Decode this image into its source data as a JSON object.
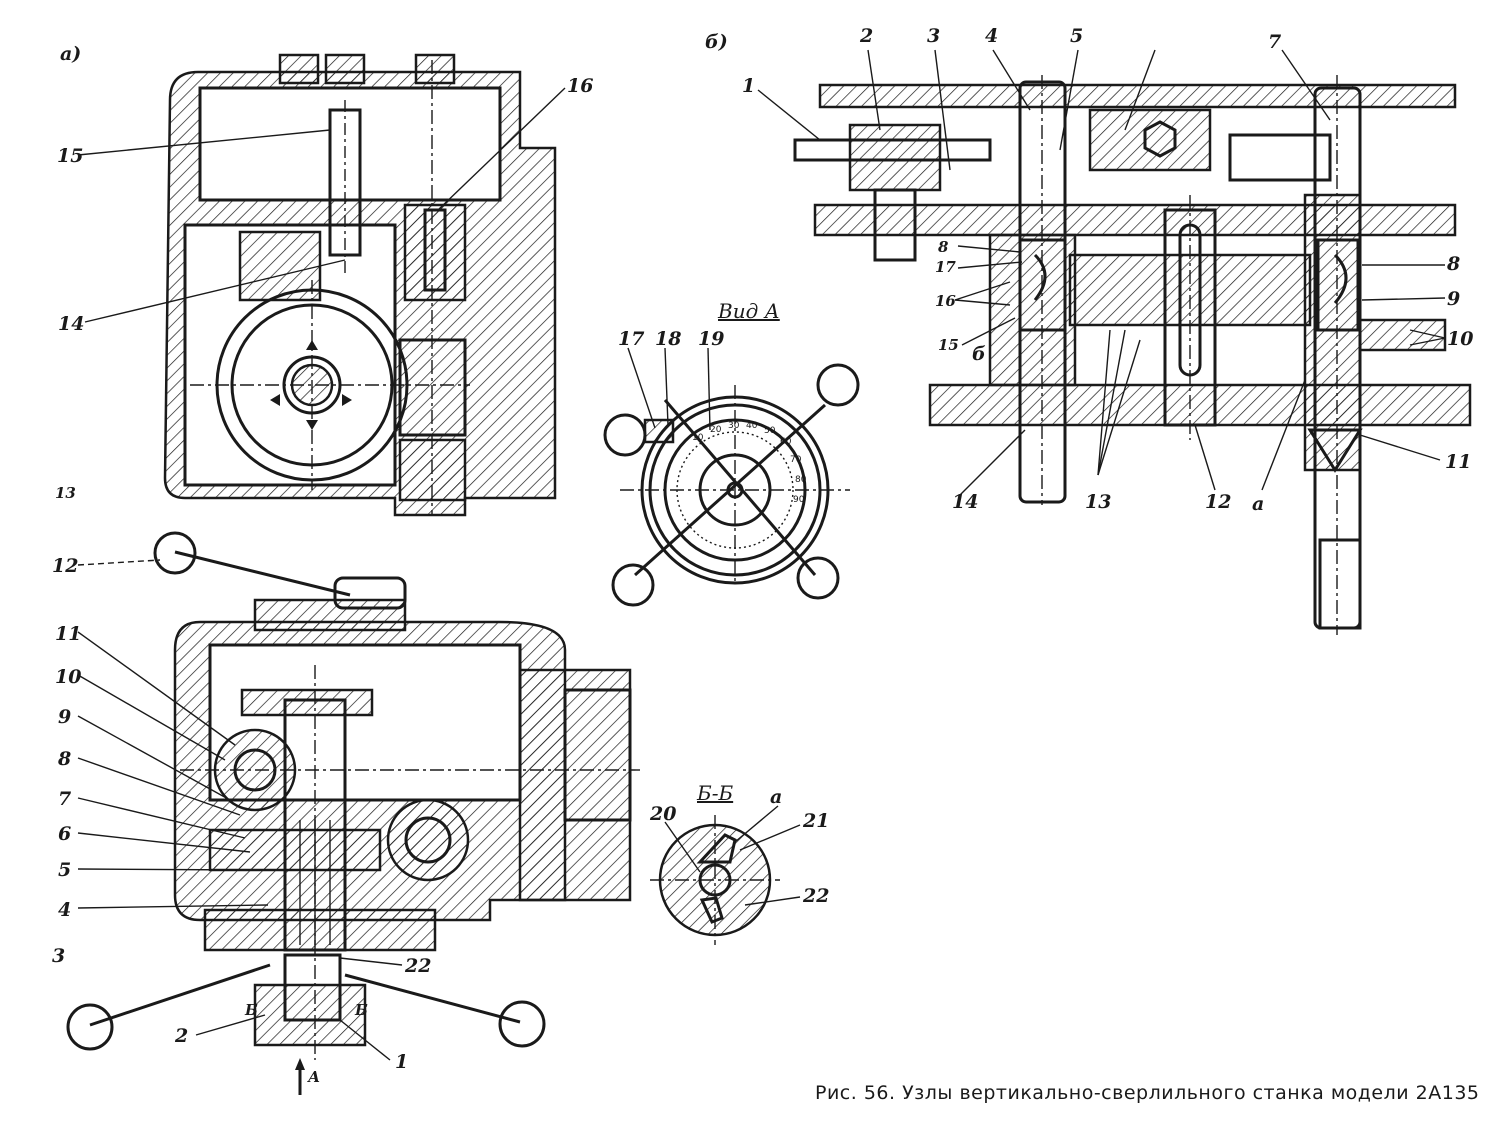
{
  "caption": "Рис. 56. Узлы вертикально-сверлильного станка модели 2А135",
  "view_labels": {
    "a": "а)",
    "b": "б)",
    "vid_a": "Вид А",
    "section_bb": "Б-Б"
  },
  "view_a_labels": [
    "15",
    "16",
    "14",
    "13"
  ],
  "bottom_left_labels": [
    "12",
    "11",
    "10",
    "9",
    "8",
    "7",
    "6",
    "5",
    "4",
    "3",
    "2",
    "1",
    "22",
    "Б",
    "Б",
    "А"
  ],
  "view_b_labels": [
    "2",
    "3",
    "4",
    "5",
    "7",
    "1",
    "8",
    "17",
    "16",
    "15",
    "б",
    "14",
    "13",
    "12",
    "а",
    "11",
    "10",
    "9",
    "8"
  ],
  "vid_a_labels": [
    "17",
    "18",
    "19"
  ],
  "dial_scale": [
    "10",
    "20",
    "30",
    "40",
    "50",
    "60",
    "70",
    "80",
    "90"
  ],
  "section_bb_labels": [
    "20",
    "а",
    "21",
    "22"
  ]
}
